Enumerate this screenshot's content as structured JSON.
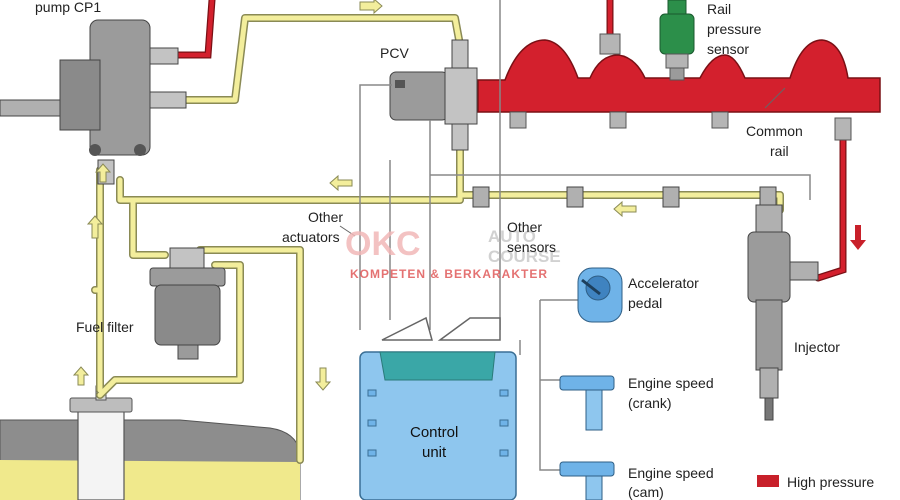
{
  "labels": {
    "pump": "pump CP1",
    "pcv": "PCV",
    "rail_sensor_line1": "Rail",
    "rail_sensor_line2": "pressure",
    "rail_sensor_line3": "sensor",
    "common_rail_line1": "Common",
    "common_rail_line2": "rail",
    "other_actuators_line1": "Other",
    "other_actuators_line2": "actuators",
    "other_sensors_line1": "Other",
    "other_sensors_line2": "sensors",
    "accelerator_line1": "Accelerator",
    "accelerator_line2": "pedal",
    "fuel_filter": "Fuel filter",
    "injector": "Injector",
    "control_unit_line1": "Control",
    "control_unit_line2": "unit",
    "engine_speed_crank_line1": "Engine speed",
    "engine_speed_crank_line2": "(crank)",
    "engine_speed_cam_line1": "Engine speed",
    "engine_speed_cam_line2": "(cam)"
  },
  "legend": {
    "high_pressure": "High pressure",
    "high_pressure_color": "#c8202a"
  },
  "watermark": {
    "logo": "OKC",
    "line1": "AUTO",
    "line2": "COURSE",
    "tagline": "KOMPETEN & BERKARAKTER"
  },
  "colors": {
    "high_pressure": "#d3202d",
    "low_pressure": "#f3ee9c",
    "low_pressure_outline": "#9a9a60",
    "component_gray": "#9b9b9b",
    "control_unit": "#8ec6ee",
    "control_unit_top": "#3aa7a7",
    "sensor_blue": "#6fb3e8",
    "sensor_green": "#2c8f4a",
    "fuel_yellow": "#f0e98c"
  }
}
